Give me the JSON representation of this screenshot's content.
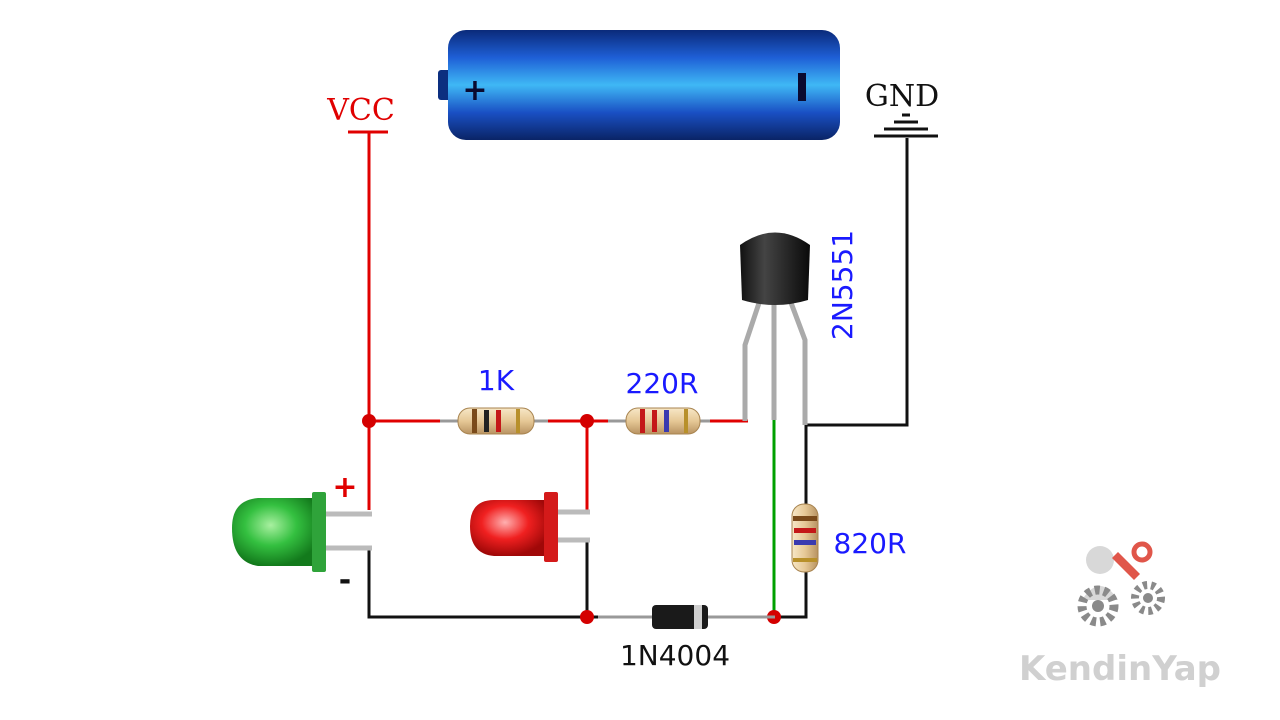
{
  "labels": {
    "vcc": "VCC",
    "gnd": "GND",
    "r1": "1K",
    "r2": "220R",
    "r3": "820R",
    "transistor": "2N5551",
    "diode": "1N4004",
    "plus": "+",
    "minus": "-"
  },
  "battery": {
    "plus_sign": "+",
    "minus_sign": "-"
  },
  "watermark": "KendinYap",
  "colors": {
    "vcc_wire": "#e00000",
    "gnd_wire": "#111111",
    "base_wire": "#00a000",
    "label_blue": "#1a1aff",
    "junction": "#d40000"
  }
}
